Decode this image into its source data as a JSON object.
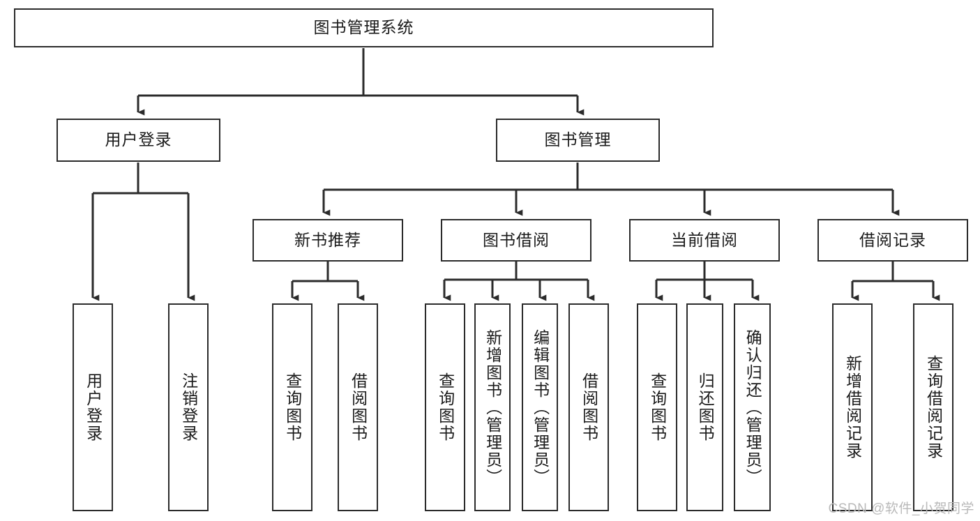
{
  "diagram": {
    "title": "图书管理系统",
    "type": "hierarchy-tree",
    "watermark": "CSDN @软件_小贺同学",
    "colors": {
      "stroke": "#2b2b2b",
      "fill": "#ffffff",
      "text": "#1a1a1a",
      "watermark": "#b9b9b9"
    },
    "nodes": {
      "root": {
        "label": "图书管理系统",
        "level": 1,
        "orientation": "horizontal"
      },
      "l2": [
        {
          "id": "user-login",
          "label": "用户登录",
          "level": 2,
          "orientation": "horizontal"
        },
        {
          "id": "book-manage",
          "label": "图书管理",
          "level": 2,
          "orientation": "horizontal"
        }
      ],
      "l3": [
        {
          "id": "new-book-rec",
          "label": "新书推荐",
          "level": 3,
          "orientation": "horizontal"
        },
        {
          "id": "book-borrow",
          "label": "图书借阅",
          "level": 3,
          "orientation": "horizontal"
        },
        {
          "id": "current-borrow",
          "label": "当前借阅",
          "level": 3,
          "orientation": "horizontal"
        },
        {
          "id": "borrow-record",
          "label": "借阅记录",
          "level": 3,
          "orientation": "horizontal"
        }
      ],
      "leaves": [
        {
          "id": "leaf-user-login",
          "label": "用户登录",
          "parent": "user-login",
          "orientation": "vertical"
        },
        {
          "id": "leaf-user-logout",
          "label": "注销登录",
          "parent": "user-login",
          "orientation": "vertical"
        },
        {
          "id": "leaf-query-book-1",
          "label": "查询图书",
          "parent": "new-book-rec",
          "orientation": "vertical"
        },
        {
          "id": "leaf-borrow-book-1",
          "label": "借阅图书",
          "parent": "new-book-rec",
          "orientation": "vertical"
        },
        {
          "id": "leaf-query-book-2",
          "label": "查询图书",
          "parent": "book-borrow",
          "orientation": "vertical"
        },
        {
          "id": "leaf-add-book",
          "label": "新增图书（管理员）",
          "parent": "book-borrow",
          "orientation": "vertical"
        },
        {
          "id": "leaf-edit-book",
          "label": "编辑图书（管理员）",
          "parent": "book-borrow",
          "orientation": "vertical"
        },
        {
          "id": "leaf-borrow-book-2",
          "label": "借阅图书",
          "parent": "book-borrow",
          "orientation": "vertical"
        },
        {
          "id": "leaf-query-book-3",
          "label": "查询图书",
          "parent": "current-borrow",
          "orientation": "vertical"
        },
        {
          "id": "leaf-return-book",
          "label": "归还图书",
          "parent": "current-borrow",
          "orientation": "vertical"
        },
        {
          "id": "leaf-confirm-return",
          "label": "确认归还（管理员）",
          "parent": "current-borrow",
          "orientation": "vertical"
        },
        {
          "id": "leaf-add-record",
          "label": "新增借阅记录",
          "parent": "borrow-record",
          "orientation": "vertical"
        },
        {
          "id": "leaf-query-record",
          "label": "查询借阅记录",
          "parent": "borrow-record",
          "orientation": "vertical"
        }
      ]
    }
  }
}
